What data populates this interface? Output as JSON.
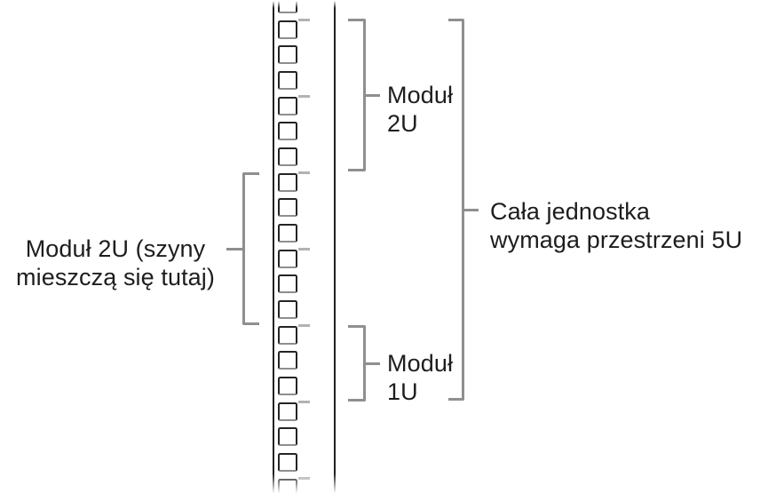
{
  "figure": {
    "kind": "rack-rail-module-height-diagram",
    "language": "pl"
  },
  "colors": {
    "background": "#ffffff",
    "text": "#1d1d1f",
    "bracket": "#8f8f8f",
    "rail_line": "#202020",
    "hole_border": "#242424",
    "unit_tick": "#b2b2b2"
  },
  "rail": {
    "hole_count": 20,
    "unit_tick_count": 7
  },
  "labels": {
    "left_module": {
      "line1": "Moduł 2U (szyny",
      "line2": "mieszczą się tutaj)"
    },
    "module_2u": {
      "line1": "Moduł",
      "line2": "2U"
    },
    "module_1u": {
      "line1": "Moduł",
      "line2": "1U"
    },
    "whole_unit": {
      "line1": "Cała jednostka",
      "line2": "wymaga przestrzeni 5U"
    }
  }
}
